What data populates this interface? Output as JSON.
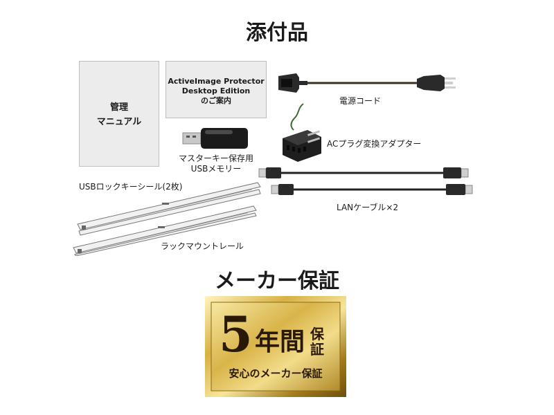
{
  "accessories": {
    "title": "添付品",
    "manual": {
      "line1": "管理",
      "line2": "マニュアル"
    },
    "guide": {
      "line1": "ActiveImage Protector",
      "line2": "Desktop Edition",
      "line3": "のご案内"
    },
    "usb_key": {
      "line1": "マスターキー保存用",
      "line2": "USBメモリー"
    },
    "usb_seal": "USBロックキーシール(2枚)",
    "rack_rail": "ラックマウントレール",
    "power_cord": "電源コード",
    "ac_adapter": "ACプラグ変換アダプター",
    "lan_cable": "LANケーブル×2"
  },
  "warranty": {
    "title": "メーカー保証",
    "badge": {
      "number": "5",
      "unit": "年間",
      "tag_line1": "保",
      "tag_line2": "証",
      "subtitle": "安心のメーカー保証"
    }
  },
  "colors": {
    "gold_light": "#f4e39a",
    "gold_mid": "#c9a233",
    "gold_dark": "#7d5e12",
    "text_brown": "#2a1a05"
  }
}
